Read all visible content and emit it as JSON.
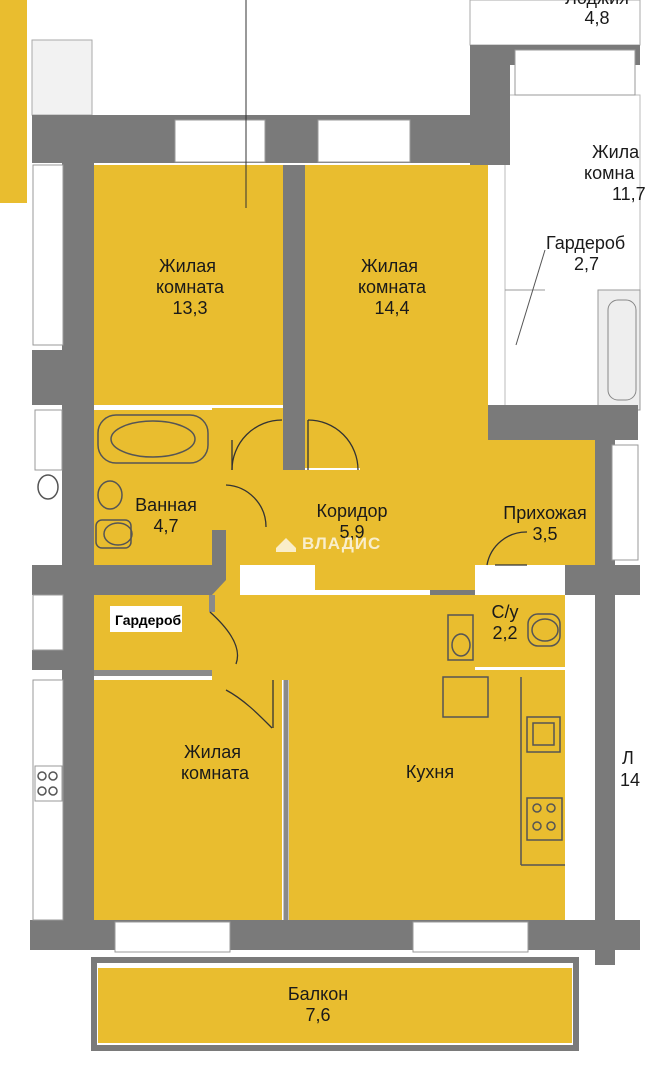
{
  "rooms": {
    "living1": {
      "name": "Жилая\nкомната",
      "area": "13,3"
    },
    "living2": {
      "name": "Жилая\nкомната",
      "area": "14,4"
    },
    "bathroom": {
      "name": "Ванная",
      "area": "4,7"
    },
    "corridor": {
      "name": "Коридор",
      "area": "5,9"
    },
    "hallway": {
      "name": "Прихожая",
      "area": "3,5"
    },
    "wardrobe": {
      "name": "Гардероб"
    },
    "toilet": {
      "name": "С/у",
      "area": "2,2"
    },
    "living3": {
      "name": "Жилая\nкомната"
    },
    "kitchen": {
      "name": "Кухня"
    },
    "balcony": {
      "name": "Балкон",
      "area": "7,6"
    }
  },
  "neighbors": {
    "loggia": {
      "name": "Лоджия",
      "area": "4,8"
    },
    "living": {
      "name": "Жила\nкомна",
      "area": "11,7"
    },
    "wardrobe": {
      "name": "Гардероб",
      "area": "2,7"
    },
    "right_room": {
      "name": "Л",
      "area": "14"
    }
  },
  "watermark": {
    "text": "ВЛАДИС"
  },
  "colors": {
    "room_fill": "#e9bd2f",
    "wall": "#7a7a7a",
    "accent_bar": "#e9bd2f"
  }
}
